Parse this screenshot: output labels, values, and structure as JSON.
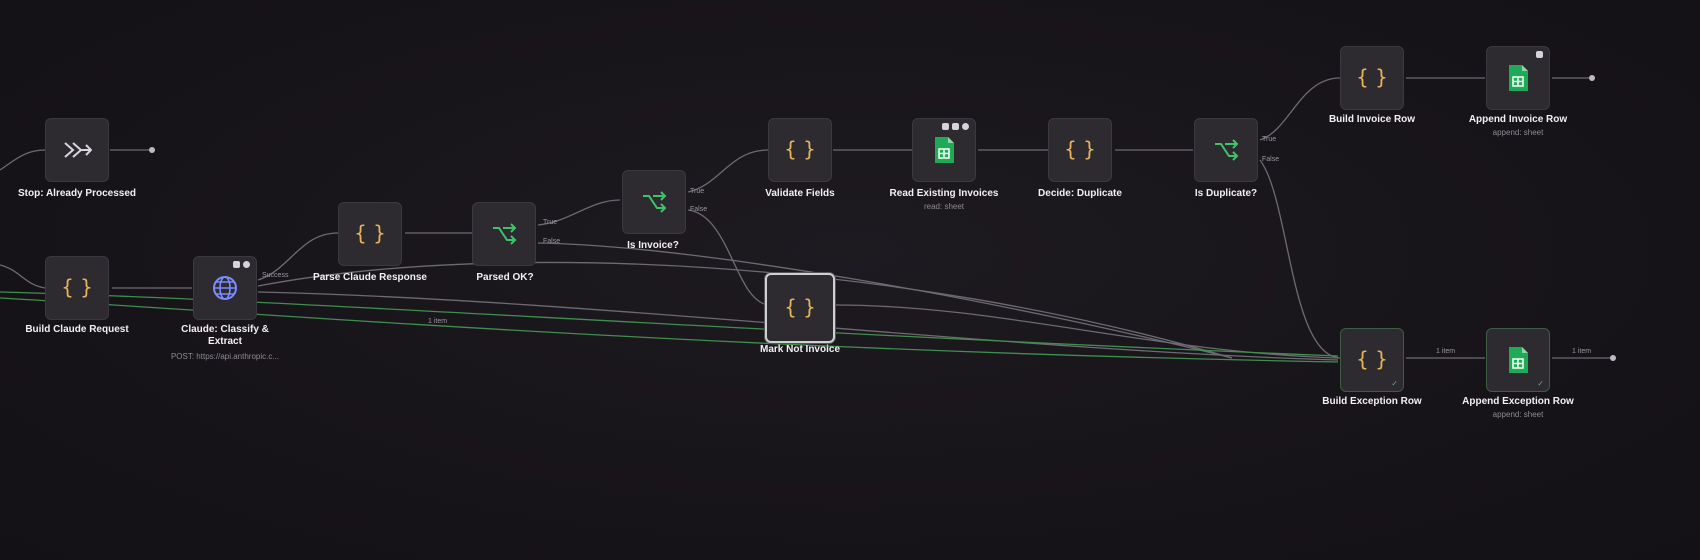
{
  "colors": {
    "background": "#171419",
    "node": "#2d2b30",
    "edge": "#6d6a72",
    "success_edge": "#3f8f4f",
    "code_brace": "#e6b35a",
    "switch_green": "#3ec36b",
    "sheets_green": "#1faa57",
    "http_blue": "#7b8cff"
  },
  "nodes": {
    "stop": {
      "label": "Stop: Already Processed",
      "icon": "no-op-icon"
    },
    "buildreq": {
      "label": "Build Claude Request",
      "icon": "code-icon"
    },
    "claude": {
      "label": "Claude: Classify & Extract",
      "sub": "POST: https://api.anthropic.c...",
      "icon": "globe-icon"
    },
    "parse": {
      "label": "Parse Claude Response",
      "icon": "code-icon"
    },
    "parsedok": {
      "label": "Parsed OK?",
      "icon": "switch-icon"
    },
    "isinvoice": {
      "label": "Is Invoice?",
      "icon": "switch-icon"
    },
    "validate": {
      "label": "Validate Fields",
      "icon": "code-icon"
    },
    "readinv": {
      "label": "Read Existing Invoices",
      "sub": "read: sheet",
      "icon": "sheets-icon"
    },
    "decide": {
      "label": "Decide: Duplicate",
      "icon": "code-icon"
    },
    "isdup": {
      "label": "Is Duplicate?",
      "icon": "switch-icon"
    },
    "marknot": {
      "label": "Mark Not Invoice",
      "icon": "code-icon"
    },
    "buildrow": {
      "label": "Build Invoice Row",
      "icon": "code-icon"
    },
    "appendrow": {
      "label": "Append Invoice Row",
      "sub": "append: sheet",
      "icon": "sheets-icon"
    },
    "buildexc": {
      "label": "Build Exception Row",
      "icon": "code-icon"
    },
    "appendexc": {
      "label": "Append Exception Row",
      "sub": "append: sheet",
      "icon": "sheets-icon"
    }
  },
  "edge_labels": {
    "success": "Success",
    "true1": "True",
    "false1": "False",
    "true2": "True",
    "false2": "False",
    "true3": "True",
    "false3": "False",
    "item1": "1 item",
    "item2": "1 item",
    "item3": "1 item"
  }
}
